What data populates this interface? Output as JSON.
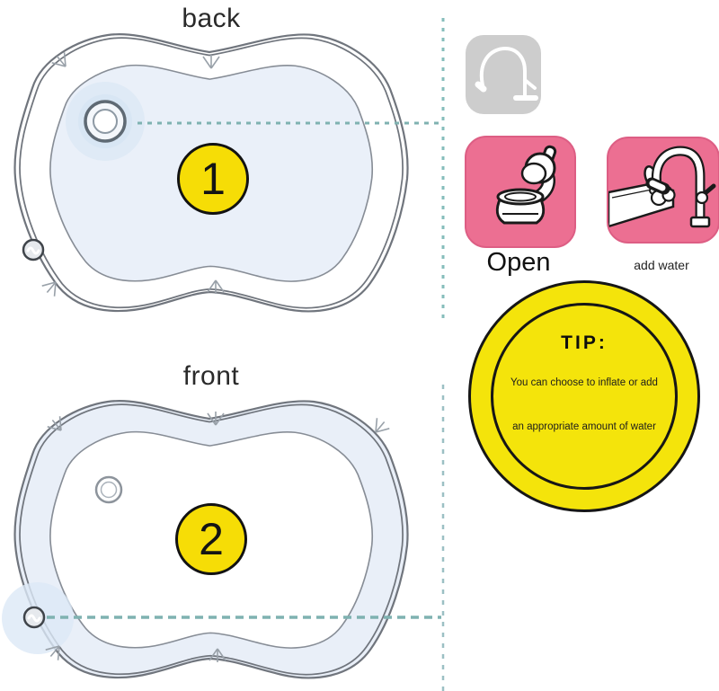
{
  "page": {
    "background": "#ffffff"
  },
  "colors": {
    "badge_yellow": "#f6dd06",
    "tip_yellow": "#f4e40b",
    "instruction_pink": "#ec6f92",
    "icon_card_gray": "#cdcdcd",
    "dash_teal": "#7fb2b1",
    "mat_light_blue": "#e9eff8",
    "outline_gray": "#70757d"
  },
  "back_view": {
    "label": "back",
    "step_number": "1"
  },
  "front_view": {
    "label": "front",
    "step_number": "2"
  },
  "instructions": {
    "open_label": "Open",
    "add_water_label": "add water"
  },
  "tip": {
    "heading": "TIP:",
    "line1": "You can choose to inflate or add",
    "line2": "an appropriate amount of water"
  }
}
